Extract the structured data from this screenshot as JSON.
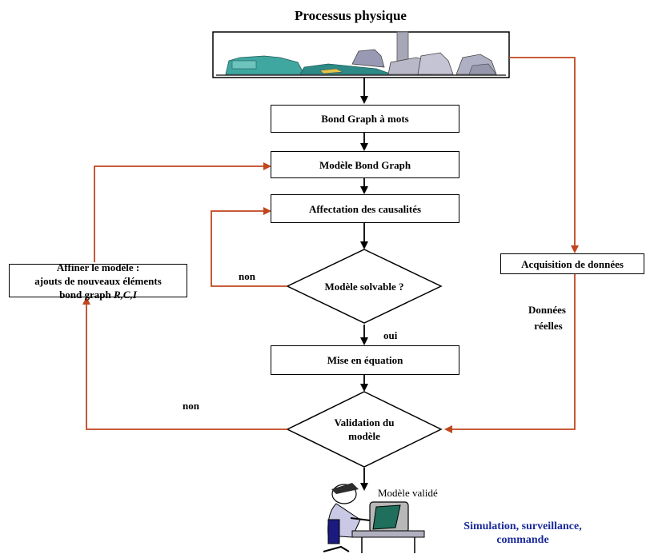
{
  "title": "Processus physique",
  "nodes": {
    "bond_graph_mots": "Bond Graph à mots",
    "modele_bond_graph": "Modèle Bond Graph",
    "affectation": "Affectation des causalités",
    "solvable": "Modèle solvable ?",
    "mise_en_equation": "Mise en équation",
    "validation_line1": "Validation du",
    "validation_line2": "modèle",
    "acquisition": "Acquisition de données",
    "affiner_line1": "Affiner le modèle :",
    "affiner_line2": "ajouts de nouveaux éléments",
    "affiner_line3_prefix": "bond graph ",
    "affiner_line3_italic": "R,C,I"
  },
  "edge_labels": {
    "non_solvable": "non",
    "oui": "oui",
    "non_validation": "non",
    "donnees_line1": "Données",
    "donnees_line2": "réelles",
    "modele_valide": "Modèle validé"
  },
  "output": {
    "line1": "Simulation,  surveillance,",
    "line2": "commande"
  },
  "colors": {
    "feedback_arrow": "#c0461d",
    "main_arrow": "#000000",
    "output_text": "#1a2a9c",
    "plant_teal": "#3fa7a0",
    "plant_grey": "#a7a7b8"
  },
  "icons": [
    "industrial-plant-icon",
    "operator-at-computer-icon"
  ]
}
